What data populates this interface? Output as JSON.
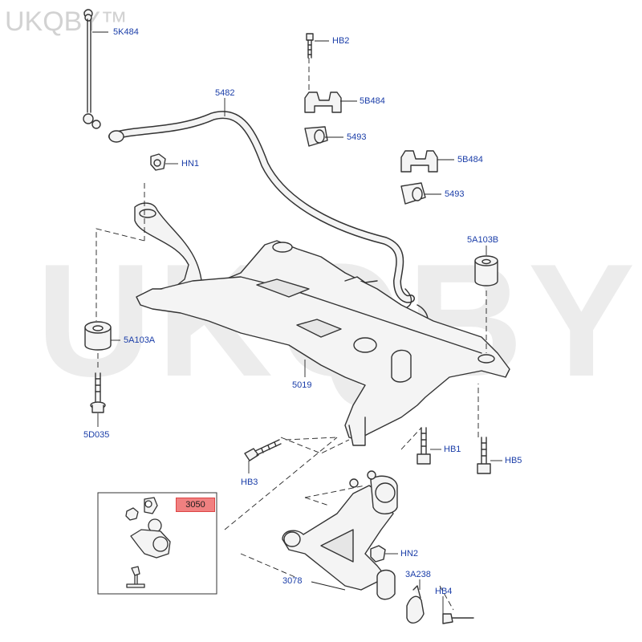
{
  "watermark": {
    "top_left": "UKQBY™",
    "center": "UKQBY™"
  },
  "parts": [
    {
      "id": "5K484"
    },
    {
      "id": "HB2"
    },
    {
      "id": "5482"
    },
    {
      "id": "5B484_a",
      "label": "5B484"
    },
    {
      "id": "5493_a",
      "label": "5493"
    },
    {
      "id": "HN1"
    },
    {
      "id": "5B484_b",
      "label": "5B484"
    },
    {
      "id": "5493_b",
      "label": "5493"
    },
    {
      "id": "5A103B"
    },
    {
      "id": "5A103A"
    },
    {
      "id": "5019"
    },
    {
      "id": "5D035"
    },
    {
      "id": "HB1"
    },
    {
      "id": "HB5"
    },
    {
      "id": "HB3"
    },
    {
      "id": "3050"
    },
    {
      "id": "HN2"
    },
    {
      "id": "3A238"
    },
    {
      "id": "3078"
    },
    {
      "id": "HB4"
    }
  ],
  "colors": {
    "callout_text": "#1a3da8",
    "line": "#333333",
    "kit_box_fill": "#f08080",
    "part_fill": "#f4f4f4"
  }
}
